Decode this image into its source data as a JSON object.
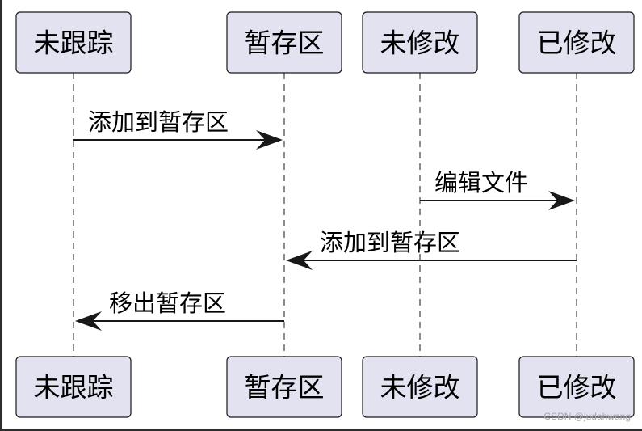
{
  "participants": [
    {
      "id": "untracked",
      "label": "未跟踪"
    },
    {
      "id": "staged",
      "label": "暂存区"
    },
    {
      "id": "unmodified",
      "label": "未修改"
    },
    {
      "id": "modified",
      "label": "已修改"
    }
  ],
  "messages": [
    {
      "from": "untracked",
      "to": "staged",
      "label": "添加到暂存区"
    },
    {
      "from": "unmodified",
      "to": "modified",
      "label": "编辑文件"
    },
    {
      "from": "modified",
      "to": "staged",
      "label": "添加到暂存区"
    },
    {
      "from": "staged",
      "to": "untracked",
      "label": "移出暂存区"
    }
  ],
  "watermark": "CSDN @judahwang"
}
